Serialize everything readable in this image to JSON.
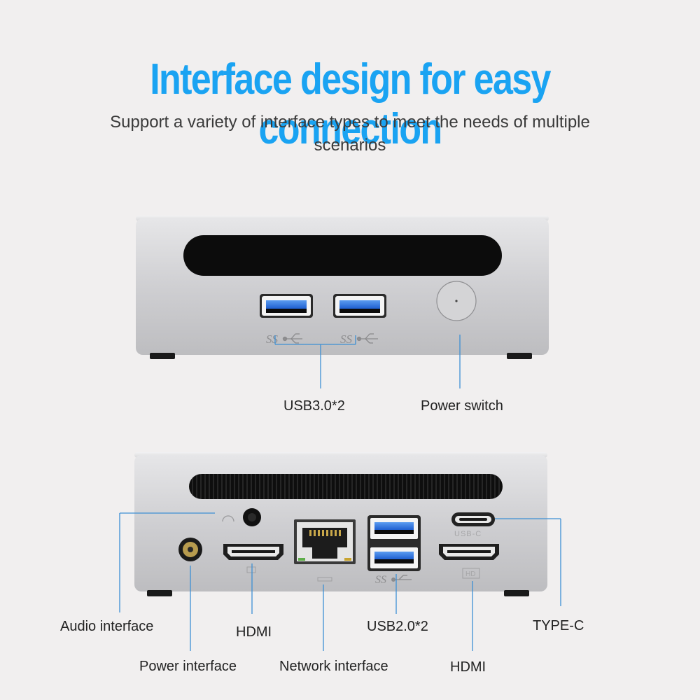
{
  "header": {
    "title": "Interface design for easy connection",
    "subtitle": "Support a variety of interface types to meet the needs of multiple scenarios"
  },
  "front_panel": {
    "labels": {
      "usb3": "USB3.0*2",
      "power_switch": "Power switch"
    },
    "port_marks": {
      "usb_ss": "SS"
    }
  },
  "rear_panel": {
    "labels": {
      "audio": "Audio interface",
      "power": "Power interface",
      "hdmi_left": "HDMI",
      "network": "Network interface",
      "usb2": "USB2.0*2",
      "hdmi_right": "HDMI",
      "type_c": "TYPE-C"
    },
    "port_marks": {
      "usb_c": "USB-C",
      "hd": "HD",
      "usb_ss": "SS"
    }
  },
  "colors": {
    "title_blue": "#1aa3f2",
    "leader_line": "#3c8fd4",
    "port_blue": "#2f6fd6"
  }
}
